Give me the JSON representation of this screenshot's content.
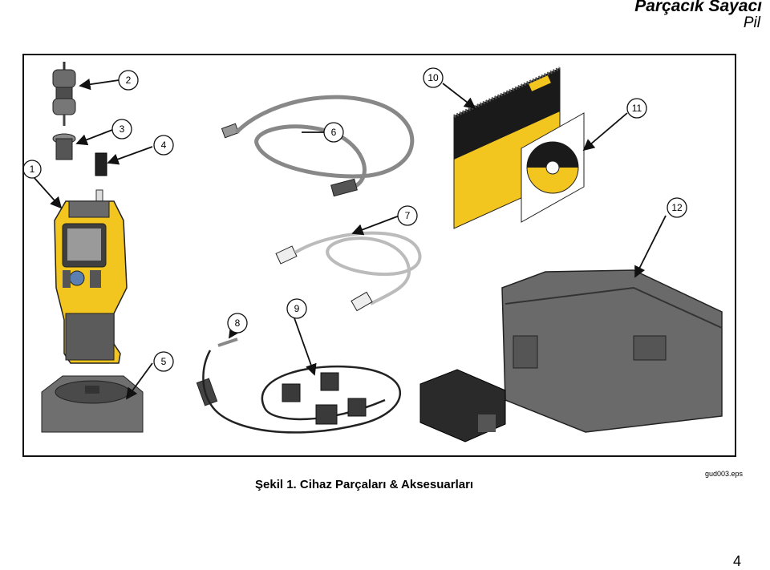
{
  "header": {
    "title": "Parçacık Sayacı",
    "subtitle": "Pil"
  },
  "figure": {
    "caption": "Şekil 1. Cihaz Parçaları & Aksesuarları",
    "file_id": "gud003.eps",
    "callouts": [
      "1",
      "2",
      "3",
      "4",
      "5",
      "6",
      "7",
      "8",
      "9",
      "10",
      "11",
      "12"
    ]
  },
  "page_number": "4",
  "colors": {
    "yellow": "#f3c51f",
    "dark_gray": "#5b5b5b",
    "case_gray": "#6a6a6a",
    "line": "#111111"
  }
}
